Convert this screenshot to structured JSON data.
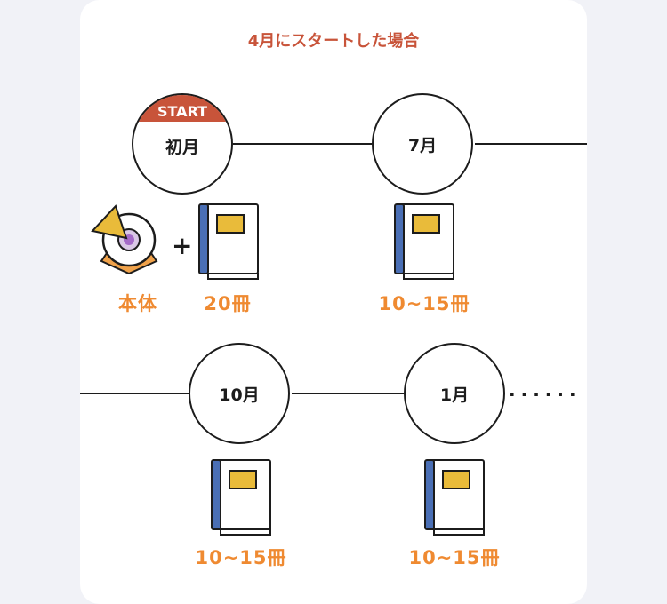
{
  "title": "4月にスタートした場合",
  "start_badge": "START",
  "nodes": [
    {
      "month": "初月"
    },
    {
      "month": "7月"
    },
    {
      "month": "10月"
    },
    {
      "month": "1月"
    }
  ],
  "items": {
    "device_label": "本体",
    "plus": "+",
    "first_books": "20冊",
    "july_books": "10~15冊",
    "oct_books": "10~15冊",
    "jan_books": "10~15冊"
  },
  "continuation": "······",
  "colors": {
    "accent_red": "#c8543a",
    "accent_orange": "#ef8a31",
    "book_blue": "#4a6fb5",
    "book_yellow": "#e9bb3a"
  }
}
